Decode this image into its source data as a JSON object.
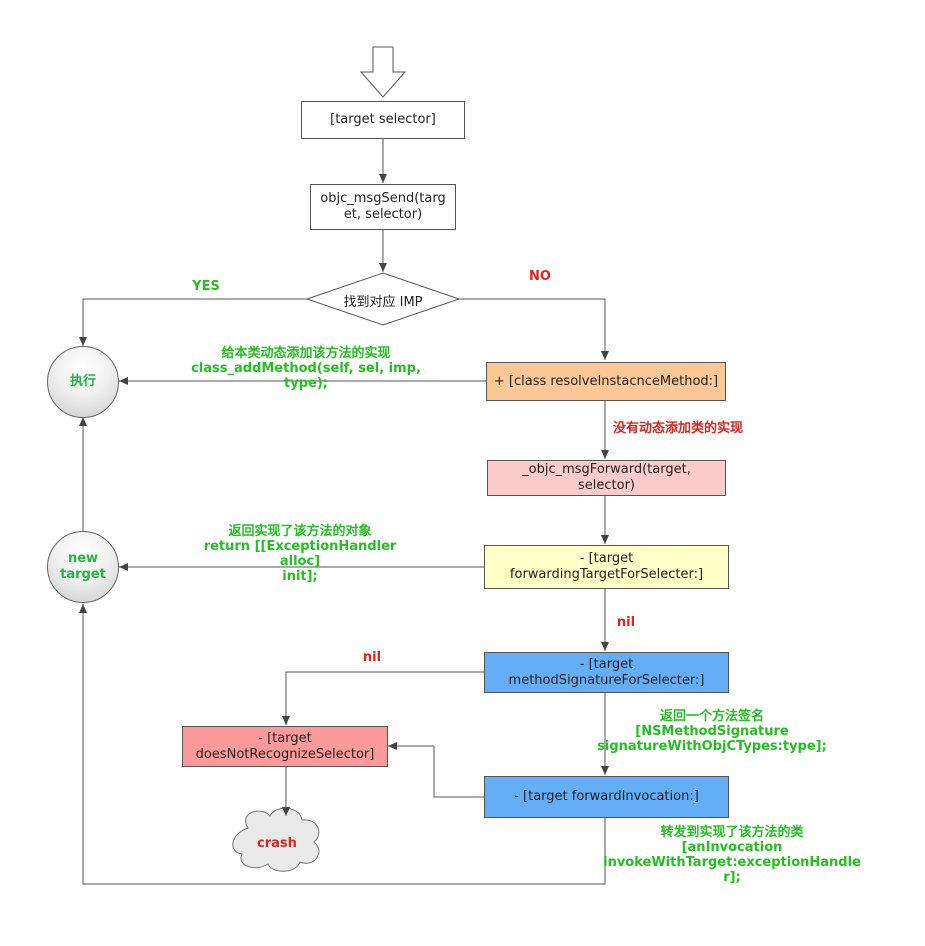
{
  "nodes": {
    "target_selector": "[target selector]",
    "msgsend": "objc_msgSend(targ\net, selector)",
    "find_imp": "找到对应 IMP",
    "execute": "执行",
    "resolve": "+ [class resolveInstacnceMethod:]",
    "msg_forward": "_objc_msgForward(target,\nselector)",
    "forwarding_target": "- [target\nforwardingTargetForSelecter:]",
    "new_target": "new\ntarget",
    "method_signature": "- [target\nmethodSignatureForSelecter:]",
    "does_not_recognize": "- [target\ndoesNotRecognizeSelector]",
    "forward_invocation": "- [target forwardInvocation:]",
    "crash": "crash"
  },
  "labels": {
    "yes": "YES",
    "no": "NO",
    "add_method": "给本类动态添加该方法的实现\nclass_addMethod(self, sel, imp, type);",
    "no_dynamic": "没有动态添加类的实现",
    "return_object": "返回实现了该方法的对象\nreturn [[ExceptionHandler alloc]\ninit];",
    "nil_1": "nil",
    "nil_2": "nil",
    "return_signature": "返回一个方法签名\n[NSMethodSignature\nsignatureWithObjCTypes:type];",
    "forward_to": "转发到实现了该方法的类\n[anInvocation\ninvokeWithTarget:exceptionHandle\nr];"
  },
  "colors": {
    "resolve_fill": "#fcc896",
    "msg_forward_fill": "#fdcbcb",
    "forwarding_target_fill": "#ffffc8",
    "method_signature_fill": "#63aef6",
    "forward_invocation_fill": "#63aef6",
    "does_not_recognize_fill": "#fc9a9a",
    "label_green": "#22c020",
    "label_red": "#e0231b"
  }
}
